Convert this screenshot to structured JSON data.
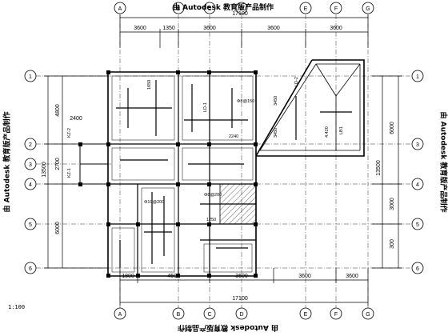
{
  "watermark": "由 Autodesk 教育版产品制作",
  "axes": {
    "top": [
      "A",
      "B",
      "C",
      "D",
      "E",
      "F",
      "G"
    ],
    "bottom": [
      "A",
      "B",
      "C",
      "D",
      "E",
      "F",
      "G"
    ],
    "left": [
      "1",
      "2",
      "3",
      "4",
      "5",
      "6"
    ],
    "right": [
      "1",
      "3",
      "4",
      "5",
      "6"
    ]
  },
  "dimensions": {
    "top_total": "17100",
    "top_segments": [
      "3600",
      "1350",
      "3600",
      "3600",
      "3600"
    ],
    "bottom_total": "17100",
    "bottom_segments": [
      "1800",
      "4500",
      "3600",
      "3600",
      "3600"
    ],
    "left_segments": [
      "4800",
      "2700",
      "6000"
    ],
    "left_total": "13500",
    "left_local": "2400",
    "right_segments": [
      "6000",
      "3000",
      "300"
    ],
    "right_total": "13500"
  },
  "labels": {
    "kz1": "KZ-1",
    "kz2": "KZ-2",
    "lb1": "LB1",
    "ld1": "LD-1",
    "ld2": "LD-2",
    "rebar1": "Φ8@150",
    "rebar2": "Φ10@200",
    "rebar3": "Φ8@200",
    "span1": "1250",
    "span2": "1650",
    "span3": "2240",
    "span4": "3450",
    "span5": "4.420",
    "span6": "3450"
  },
  "scale_note": "1:100"
}
